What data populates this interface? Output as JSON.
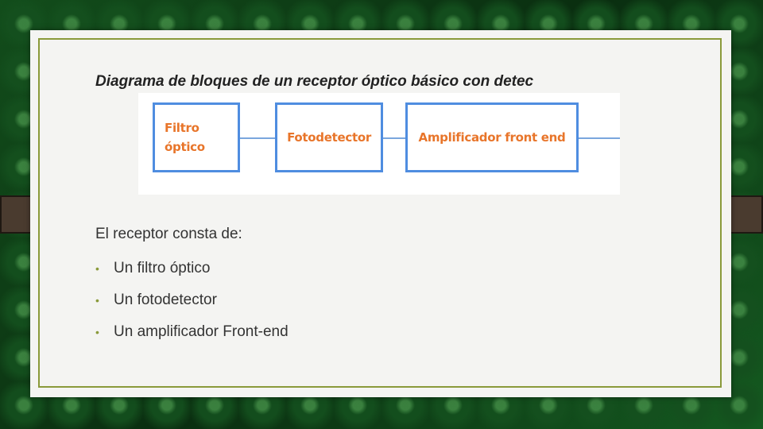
{
  "slide": {
    "title": "Diagrama de bloques de un receptor óptico básico con detec",
    "diagram": {
      "blocks": [
        {
          "label": "Filtro\nóptico"
        },
        {
          "label": "Fotodetector"
        },
        {
          "label": "Amplificador front end"
        }
      ]
    },
    "intro": "El receptor consta de:",
    "items": [
      "Un filtro óptico",
      "Un fotodetector",
      "Un amplificador Front-end"
    ],
    "bullet_symbol": "•"
  }
}
